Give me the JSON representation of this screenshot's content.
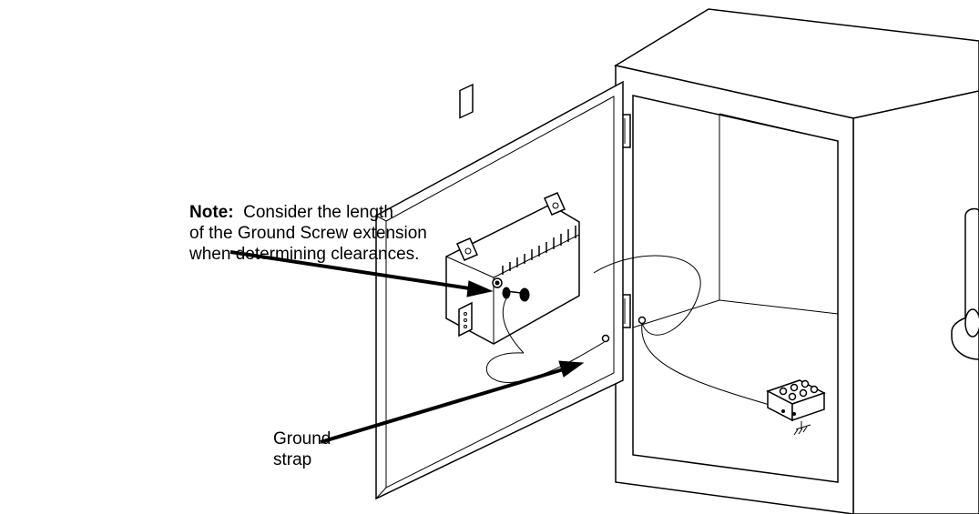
{
  "note": {
    "label": "Note:",
    "text_line1": "Consider the length",
    "text_line2": "of the Ground Screw extension",
    "text_line3": "when determining clearances."
  },
  "ground_strap": {
    "line1": "Ground",
    "line2": "strap"
  }
}
